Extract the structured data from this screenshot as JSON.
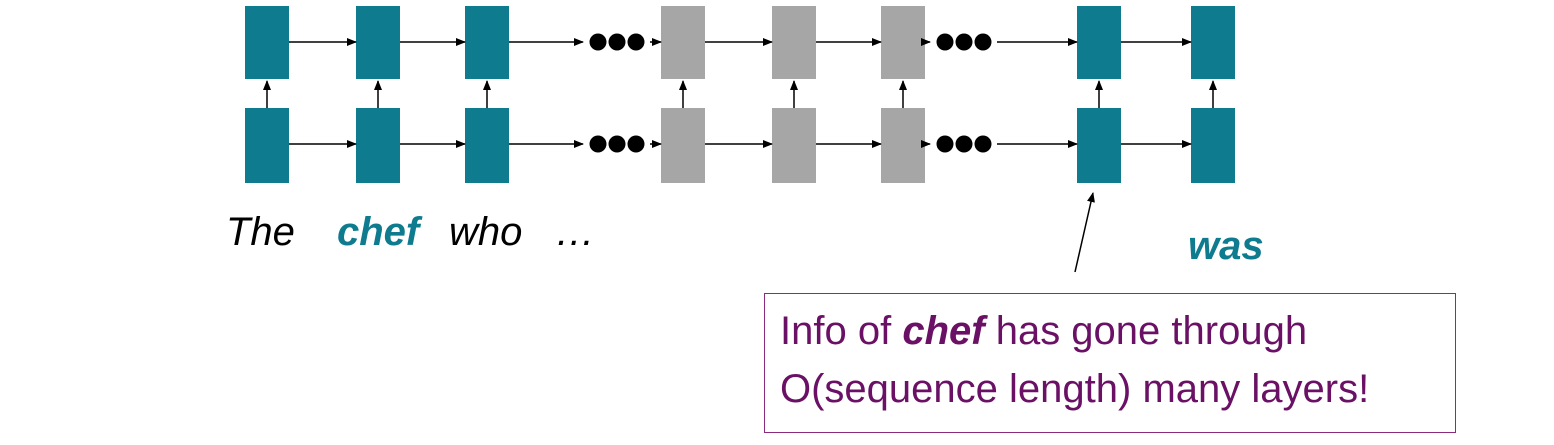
{
  "diagram": {
    "colors": {
      "active_cell": "#0e7c8e",
      "inactive_cell": "#a6a6a6",
      "arrow": "#000000",
      "highlight_text": "#0e7c8e",
      "note_text": "#6a1065",
      "note_border": "#8a2b7f"
    },
    "columns": [
      {
        "state": "active"
      },
      {
        "state": "active"
      },
      {
        "state": "active"
      },
      {
        "state": "ellipsis"
      },
      {
        "state": "inactive"
      },
      {
        "state": "inactive"
      },
      {
        "state": "inactive"
      },
      {
        "state": "ellipsis"
      },
      {
        "state": "active"
      },
      {
        "state": "active"
      }
    ],
    "words": {
      "the": "The",
      "chef": "chef",
      "who": "who",
      "ellipsis": "…",
      "was": "was"
    },
    "note": {
      "line1_before": "Info of",
      "line1_highlight": "chef",
      "line1_after": "has gone through",
      "line2": "O(sequence length) many layers!"
    }
  }
}
